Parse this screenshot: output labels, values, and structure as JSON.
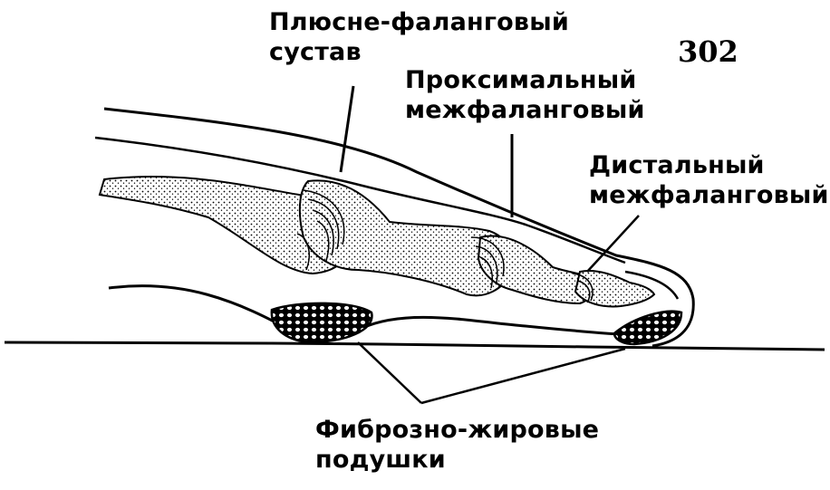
{
  "figure_number": "302",
  "labels": {
    "mtp_joint": "Плюсне-фаланговый\nсустав",
    "proximal_ip": "Проксимальный\nмежфаланговый",
    "distal_ip": "Дистальный\nмежфаланговый",
    "fat_pads": "Фиброзно-жировые\nподушки"
  }
}
